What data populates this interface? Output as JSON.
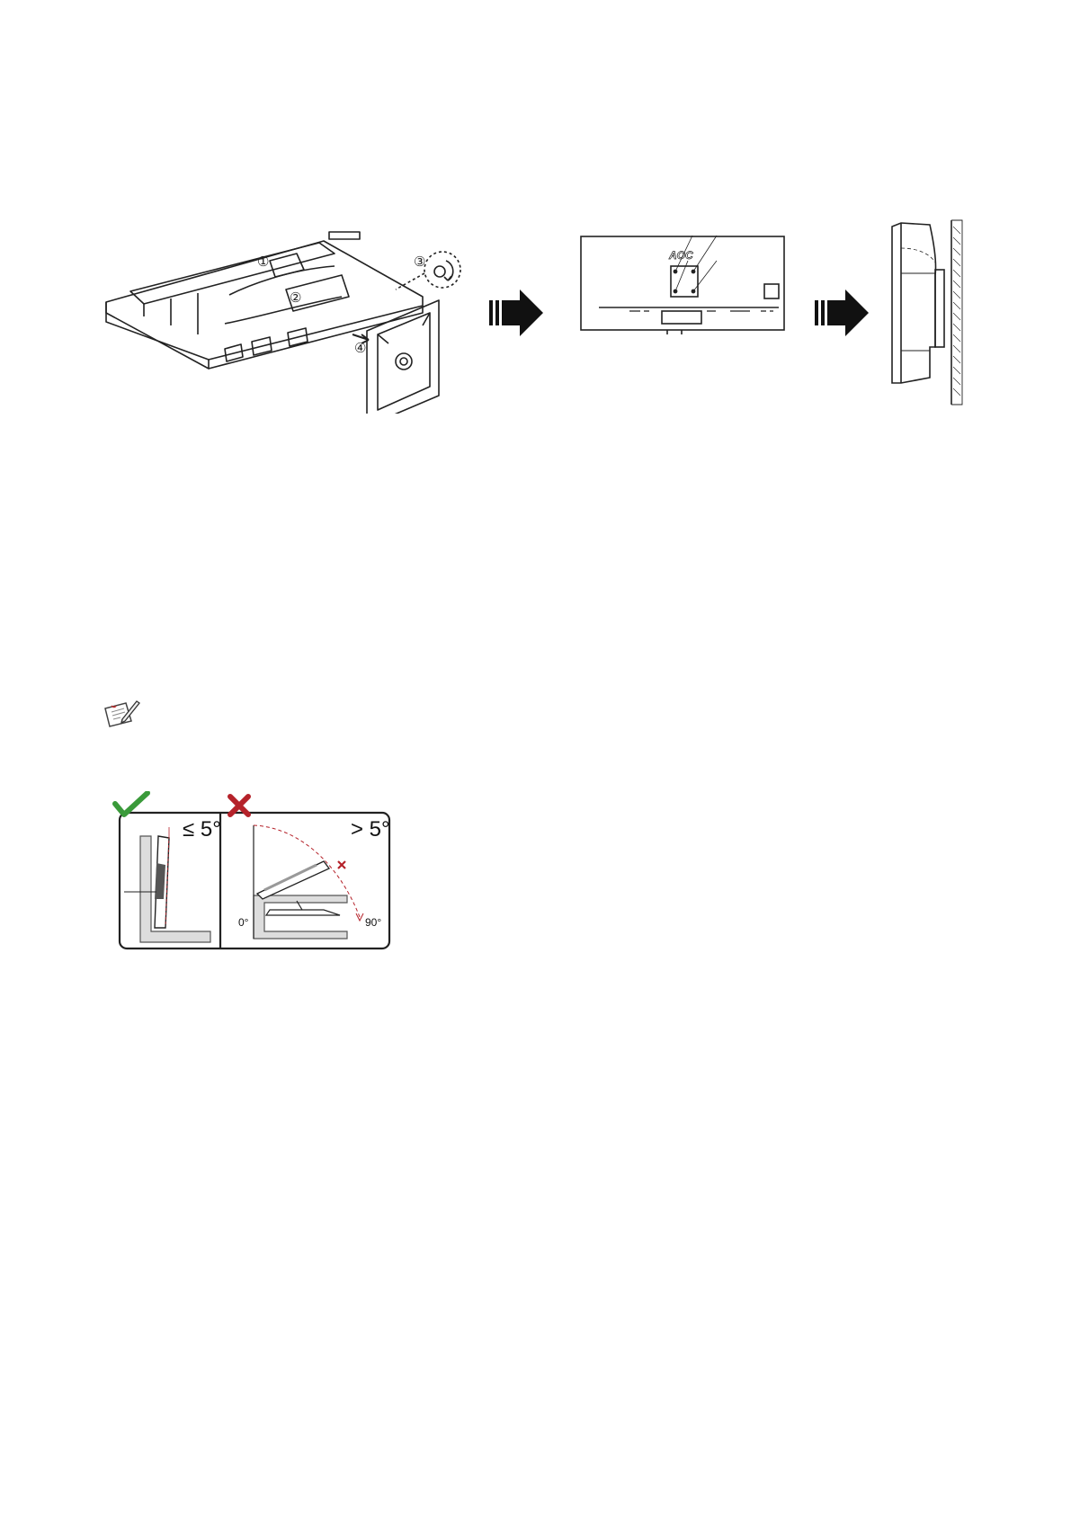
{
  "figure_wall_mount": {
    "steps": [
      "①",
      "②",
      "③",
      "④"
    ],
    "brand_logo": "AOC"
  },
  "note": {
    "icon": "note-pencil-icon"
  },
  "tilt_figure": {
    "ok_icon": "check-mark-icon",
    "ok_color": "#3a9a3a",
    "ok_label": "≤ 5°",
    "bad_icon": "cross-mark-icon",
    "bad_color": "#b5222a",
    "bad_label": "> 5°",
    "angle_start": "0°",
    "angle_end": "90°"
  }
}
